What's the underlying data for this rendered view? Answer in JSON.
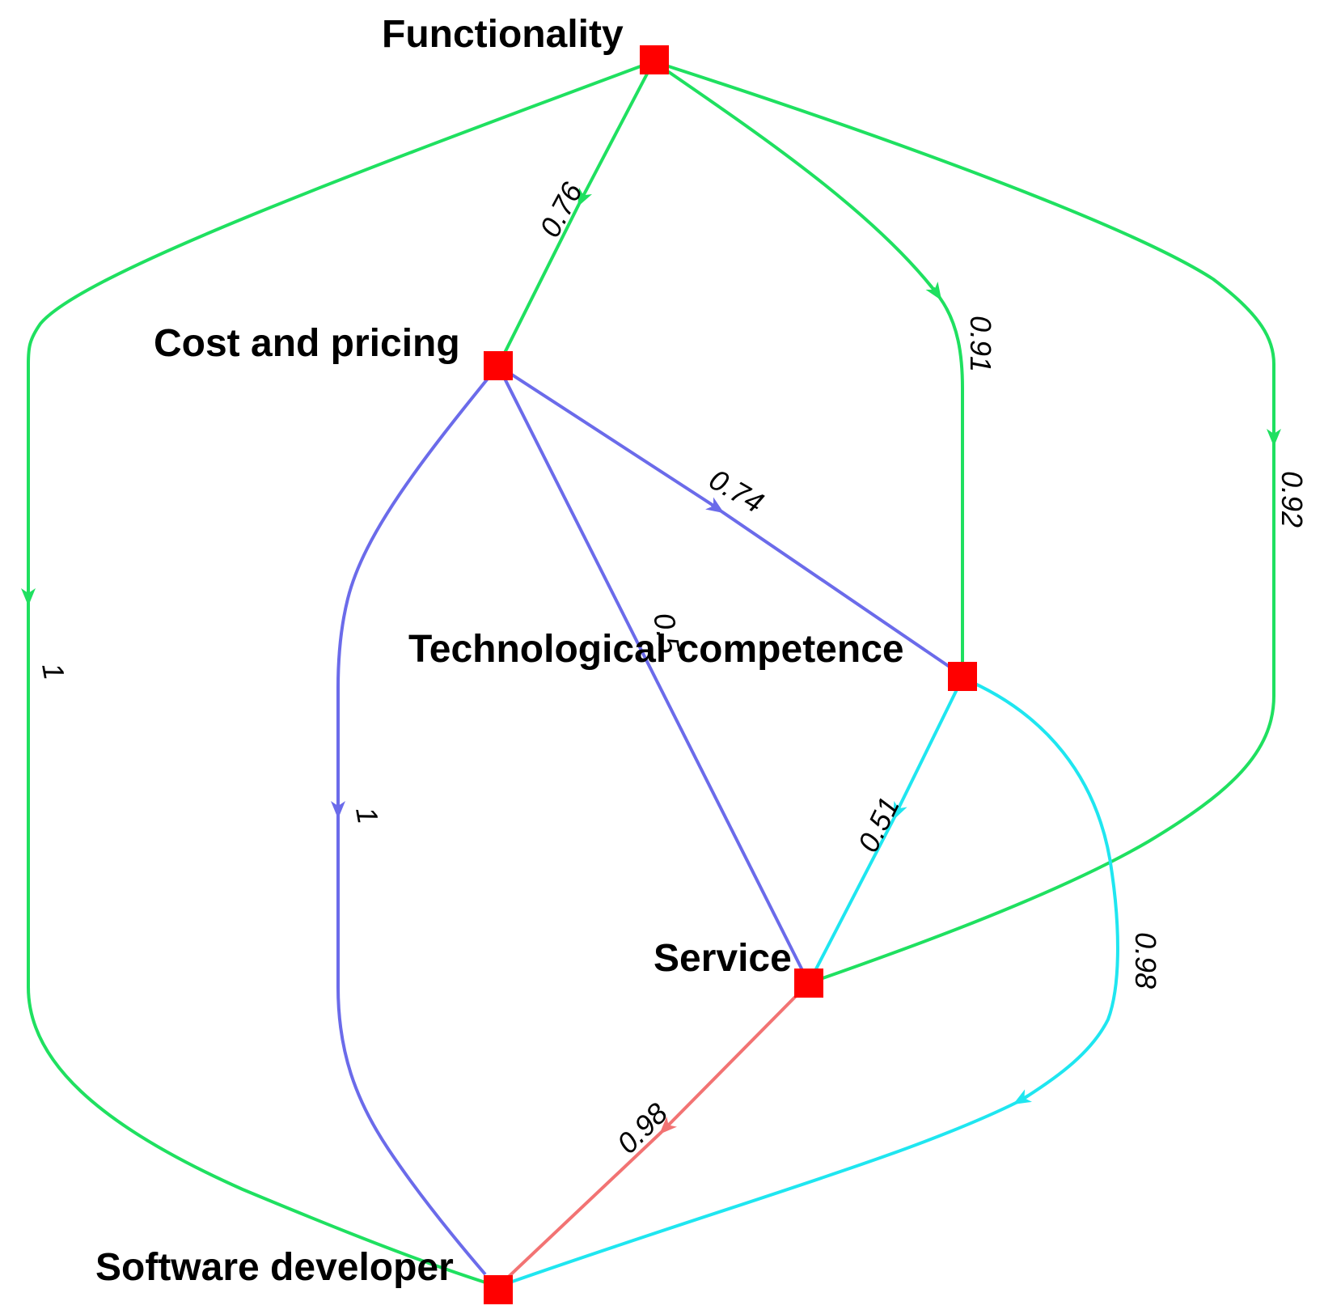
{
  "colors": {
    "background": "#ffffff",
    "node": "#ff0000",
    "edge_functionality": "#1fe060",
    "edge_cost_pricing": "#6b6bea",
    "edge_technological": "#1fe6f0",
    "edge_service": "#f27373"
  },
  "nodes": {
    "functionality": "Functionality",
    "cost_pricing": "Cost and pricing",
    "technological_competence": "Technological competence",
    "service": "Service",
    "software_developer": "Software developer"
  },
  "edges": [
    {
      "from": "Functionality",
      "to": "Software developer",
      "weight": "1"
    },
    {
      "from": "Functionality",
      "to": "Cost and pricing",
      "weight": "0.76"
    },
    {
      "from": "Functionality",
      "to": "Technological competence",
      "weight": "0.91"
    },
    {
      "from": "Functionality",
      "to": "Service",
      "weight": "0.92"
    },
    {
      "from": "Cost and pricing",
      "to": "Software developer",
      "weight": "1"
    },
    {
      "from": "Cost and pricing",
      "to": "Service",
      "weight": "0.5"
    },
    {
      "from": "Cost and pricing",
      "to": "Technological competence",
      "weight": "0.74"
    },
    {
      "from": "Technological competence",
      "to": "Service",
      "weight": "0.51"
    },
    {
      "from": "Technological competence",
      "to": "Software developer",
      "weight": "0.98"
    },
    {
      "from": "Service",
      "to": "Software developer",
      "weight": "0.98"
    }
  ]
}
